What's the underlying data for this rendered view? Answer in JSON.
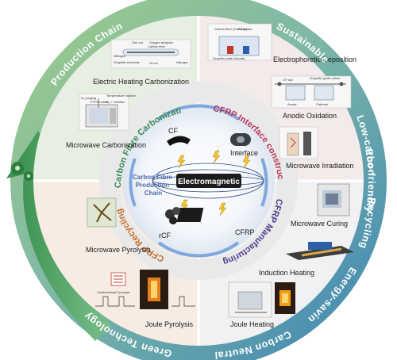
{
  "outer_ring": {
    "top": "Eco-friendly",
    "top_left": "Production Chain",
    "top_right": "Sustainable",
    "right_upper": "Low-carbon",
    "right_lower": "Recycling",
    "bottom_right": "Energy-saving",
    "bottom": "Carbon  Neutral",
    "bottom_left": "Green Technology"
  },
  "sections": {
    "carbonization": {
      "title": "Carbon Fibre Carbonization",
      "items": [
        "Electric Heating Carbonization",
        "Microwave Carbonization"
      ],
      "tiny_labels": [
        "Gas out",
        "Oxygen analyzer",
        "Nitrogen",
        "Graphite electrode",
        "Carbon fiber",
        "10 cm",
        "Nitrogen",
        "PTFE holder",
        "N₂ purging",
        "Temperature monitor",
        "N₂ + Solution"
      ]
    },
    "interface": {
      "title": "CFRP Interface construction",
      "items": [
        "Electrophoretic Deposition",
        "Anodic Oxidation",
        "Microwave Irradiation"
      ],
      "tiny_labels": [
        "Carbon fiber (Cathode)",
        "DC power",
        "Graphite plate (Anode)",
        "CF tow",
        "Graphite guide rollers",
        "Anode",
        "Cathode"
      ]
    },
    "manufacturing": {
      "title": "CFRP Manufacturing",
      "items": [
        "Microwave Curing",
        "Induction Heating",
        "Joule Heating"
      ]
    },
    "recycling": {
      "title": "CFRP Recycling",
      "items": [
        "Microwave Pyrolysis",
        "Joule Pyrolysis"
      ],
      "tiny_labels": [
        "Unidirectional Pyrolysis"
      ]
    }
  },
  "center": {
    "label": "Electromagnetic",
    "chain_title": "Carbon Fibre Production Chain",
    "chain_lines": [
      "Carbon Fibre",
      "Production",
      "Chain"
    ],
    "nodes": {
      "cf": "CF",
      "interface": "Interface",
      "cfrp": "CFRP",
      "rcf": "rCF"
    }
  },
  "colors": {
    "ring_green": "#8bbf8e",
    "ring_blue": "#4f93b8",
    "carbonization": "#3f8a57",
    "interface": "#b33a58",
    "manufacturing": "#4a3d8f",
    "recycling": "#c46a22",
    "arrow_green": "#3b9a4f"
  },
  "icons": [
    "gear-icon",
    "lightning-icon",
    "recycle-icon",
    "tree-icon"
  ]
}
